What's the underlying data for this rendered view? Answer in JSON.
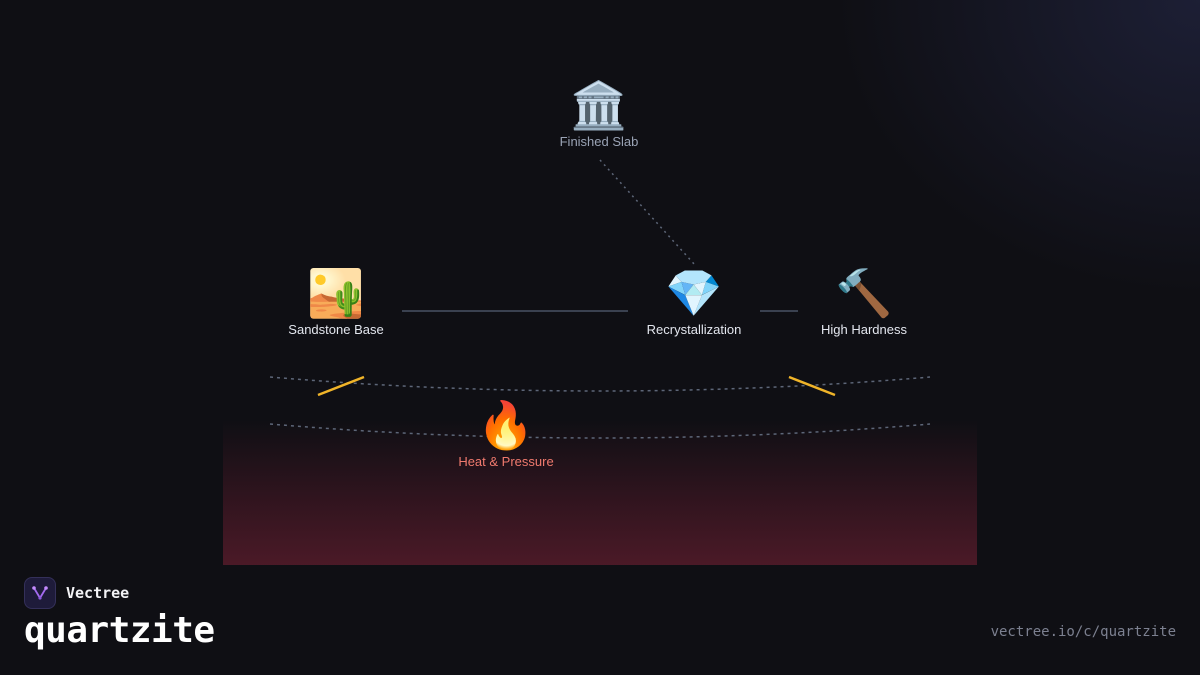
{
  "diagram": {
    "nodes": [
      {
        "id": "finished-slab",
        "icon": "classical-building-icon",
        "emoji": "🏛️",
        "label": "Finished Slab"
      },
      {
        "id": "sandstone-base",
        "icon": "desert-icon",
        "emoji": "🏜️",
        "label": "Sandstone Base"
      },
      {
        "id": "recrystallization",
        "icon": "gem-icon",
        "emoji": "💎",
        "label": "Recrystallization"
      },
      {
        "id": "high-hardness",
        "icon": "hammer-icon",
        "emoji": "🔨",
        "label": "High Hardness"
      },
      {
        "id": "heat-pressure",
        "icon": "fire-icon",
        "emoji": "🔥",
        "label": "Heat & Pressure"
      }
    ],
    "colors": {
      "connector": "#3a4150",
      "dotted": "#5d6678",
      "accent_strut": "#f0b429",
      "heat_label": "#f07a6e"
    }
  },
  "brand": {
    "name": "Vectree",
    "logo_icon": "vectree-logo-icon"
  },
  "footer": {
    "topic": "quartzite",
    "url": "vectree.io/c/quartzite"
  }
}
